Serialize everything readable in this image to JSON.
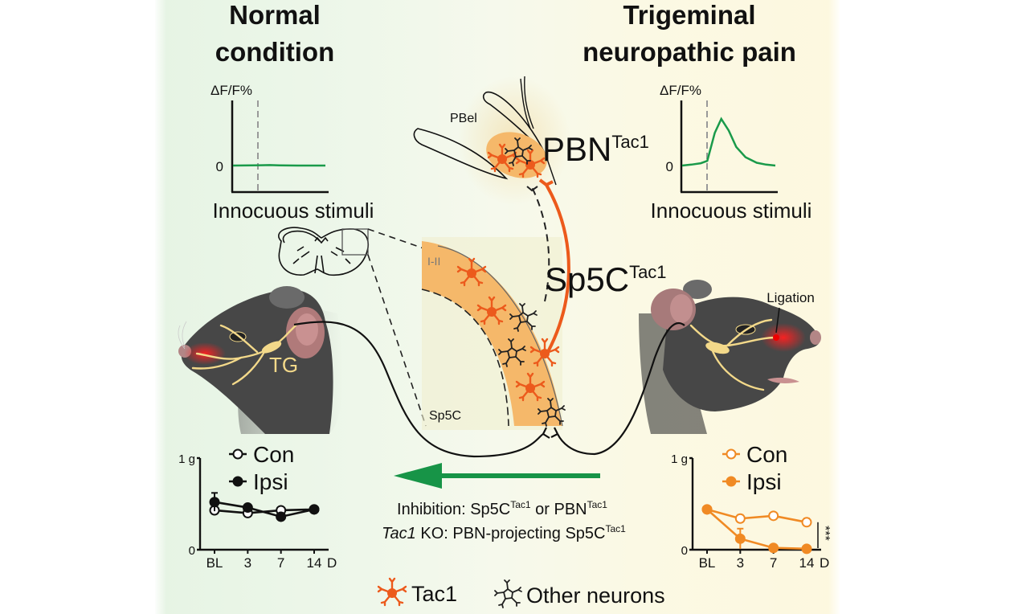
{
  "titles": {
    "left_line1": "Normal",
    "left_line2": "condition",
    "right_line1": "Trigeminal",
    "right_line2": "neuropathic pain"
  },
  "traces": {
    "ylabel": "ΔF/F%",
    "zero_label": "0",
    "xlabel": "Innocuous stimuli",
    "color": "#1a9a4a"
  },
  "labels": {
    "pbel": "PBel",
    "pbn_main": "PBN",
    "pbn_sup": "Tac1",
    "sp5c_main": "Sp5C",
    "sp5c_sup": "Tac1",
    "lamina": "I-II",
    "sp5c_small": "Sp5C",
    "tg": "TG",
    "ligation": "Ligation"
  },
  "manipulation": {
    "line1_prefix": "Inhibition: Sp5C",
    "line1_sup1": "Tac1",
    "line1_mid": " or PBN",
    "line1_sup2": "Tac1",
    "line2_italic": "Tac1",
    "line2_rest": " KO: PBN-projecting Sp5C",
    "line2_sup": "Tac1",
    "arrow_color": "#179447"
  },
  "legend": {
    "tac1": "Tac1",
    "other": "Other neurons",
    "tac1_color": "#ec5a1c",
    "other_color": "#222222"
  },
  "colors": {
    "tac1_orange": "#ec5a1c",
    "region_orange": "#f5b86a",
    "plot_orange": "#f08a24",
    "nerve_yellow": "#f3d98a",
    "mouse_gray": "#4a4a4a"
  },
  "chart_data": [
    {
      "id": "trace-normal",
      "type": "line",
      "title": "Normal condition",
      "xlabel": "Innocuous stimuli",
      "ylabel": "ΔF/F%",
      "yticks": [
        "0"
      ],
      "stimulus_onset": 0.25,
      "x": [
        0,
        0.1,
        0.2,
        0.3,
        0.4,
        0.5,
        0.6,
        0.7,
        0.8,
        0.9,
        1.0
      ],
      "y": [
        0,
        0.02,
        0.04,
        0.07,
        0.1,
        0.05,
        0.01,
        0,
        0,
        0,
        0
      ]
    },
    {
      "id": "trace-pain",
      "type": "line",
      "title": "Trigeminal neuropathic pain",
      "xlabel": "Innocuous stimuli",
      "ylabel": "ΔF/F%",
      "yticks": [
        "0"
      ],
      "stimulus_onset": 0.25,
      "x": [
        0,
        0.1,
        0.2,
        0.27,
        0.35,
        0.42,
        0.5,
        0.58,
        0.68,
        0.8,
        0.9,
        1.0
      ],
      "y": [
        0,
        0.02,
        0.05,
        0.1,
        0.7,
        1.0,
        0.75,
        0.4,
        0.18,
        0.06,
        0.02,
        0
      ]
    },
    {
      "id": "threshold-normal",
      "type": "line",
      "xlabel": "",
      "x_unit": "D",
      "ylabel": "",
      "ytick_labels": [
        "0",
        "1 g"
      ],
      "ylim": [
        0,
        1
      ],
      "categories": [
        "BL",
        "3",
        "7",
        "14"
      ],
      "color": "#111111",
      "series": [
        {
          "name": "Con",
          "marker": "open-circle",
          "values": [
            0.43,
            0.4,
            0.43,
            0.44
          ],
          "errors": [
            0.02,
            0.02,
            0.02,
            0.02
          ]
        },
        {
          "name": "Ipsi",
          "marker": "filled-circle",
          "values": [
            0.52,
            0.46,
            0.36,
            0.44
          ],
          "errors": [
            0.1,
            0.03,
            0.03,
            0.02
          ]
        }
      ],
      "significance": ""
    },
    {
      "id": "threshold-pain",
      "type": "line",
      "xlabel": "",
      "x_unit": "D",
      "ylabel": "",
      "ytick_labels": [
        "0",
        "1 g"
      ],
      "ylim": [
        0,
        1
      ],
      "categories": [
        "BL",
        "3",
        "7",
        "14"
      ],
      "color": "#f08a24",
      "series": [
        {
          "name": "Con",
          "marker": "open-circle",
          "values": [
            0.44,
            0.34,
            0.37,
            0.3
          ],
          "errors": [
            0.02,
            0.04,
            0.03,
            0.04
          ]
        },
        {
          "name": "Ipsi",
          "marker": "filled-circle",
          "values": [
            0.44,
            0.12,
            0.02,
            0.01
          ],
          "errors": [
            0.02,
            0.11,
            0.01,
            0.01
          ]
        }
      ],
      "significance": "***"
    }
  ]
}
